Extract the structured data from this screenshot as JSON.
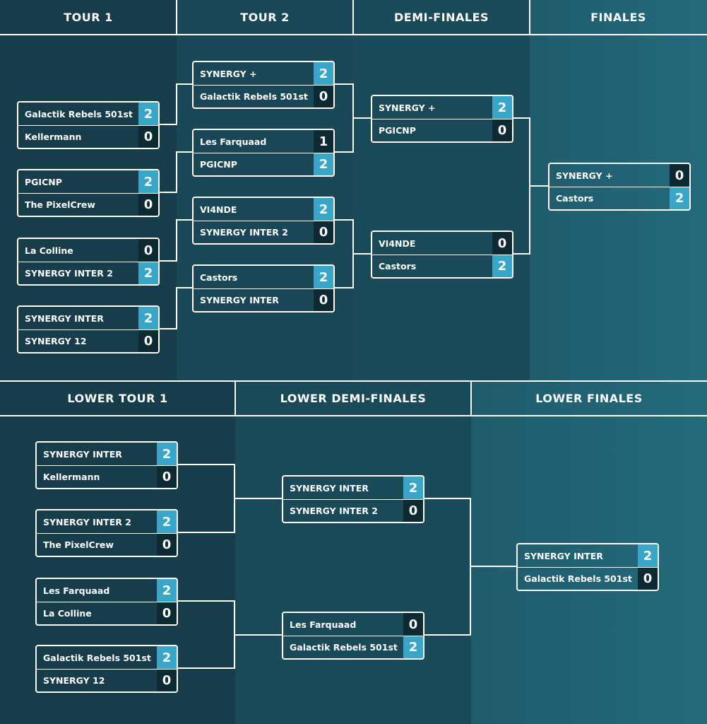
{
  "colors": {
    "win": "#39a6c8",
    "lose": "#0d2a33",
    "line": "#ffffff"
  },
  "upper": {
    "headers": [
      "TOUR 1",
      "TOUR 2",
      "DEMI-FINALES",
      "FINALES"
    ],
    "tour1": [
      {
        "t1": "Galactik Rebels 501st",
        "s1": "2",
        "t2": "Kellermann",
        "s2": "0"
      },
      {
        "t1": "PGICNP",
        "s1": "2",
        "t2": "The PixelCrew",
        "s2": "0"
      },
      {
        "t1": "La Colline",
        "s1": "0",
        "t2": "SYNERGY INTER 2",
        "s2": "2"
      },
      {
        "t1": "SYNERGY INTER",
        "s1": "2",
        "t2": "SYNERGY 12",
        "s2": "0"
      }
    ],
    "tour2": [
      {
        "t1": "SYNERGY +",
        "s1": "2",
        "t2": "Galactik Rebels 501st",
        "s2": "0"
      },
      {
        "t1": "Les Farquaad",
        "s1": "1",
        "t2": "PGICNP",
        "s2": "2"
      },
      {
        "t1": "VI4NDE",
        "s1": "2",
        "t2": "SYNERGY INTER 2",
        "s2": "0"
      },
      {
        "t1": "Castors",
        "s1": "2",
        "t2": "SYNERGY INTER",
        "s2": "0"
      }
    ],
    "semis": [
      {
        "t1": "SYNERGY +",
        "s1": "2",
        "t2": "PGICNP",
        "s2": "0"
      },
      {
        "t1": "VI4NDE",
        "s1": "0",
        "t2": "Castors",
        "s2": "2"
      }
    ],
    "final": [
      {
        "t1": "SYNERGY +",
        "s1": "0",
        "t2": "Castors",
        "s2": "2"
      }
    ]
  },
  "lower": {
    "headers": [
      "LOWER TOUR 1",
      "LOWER DEMI-FINALES",
      "LOWER FINALES"
    ],
    "tour1": [
      {
        "t1": "SYNERGY INTER",
        "s1": "2",
        "t2": "Kellermann",
        "s2": "0"
      },
      {
        "t1": "SYNERGY INTER 2",
        "s1": "2",
        "t2": "The PixelCrew",
        "s2": "0"
      },
      {
        "t1": "Les Farquaad",
        "s1": "2",
        "t2": "La Colline",
        "s2": "0"
      },
      {
        "t1": "Galactik Rebels 501st",
        "s1": "2",
        "t2": "SYNERGY 12",
        "s2": "0"
      }
    ],
    "semis": [
      {
        "t1": "SYNERGY INTER",
        "s1": "2",
        "t2": "SYNERGY INTER 2",
        "s2": "0"
      },
      {
        "t1": "Les Farquaad",
        "s1": "0",
        "t2": "Galactik Rebels 501st",
        "s2": "2"
      }
    ],
    "final": [
      {
        "t1": "SYNERGY INTER",
        "s1": "2",
        "t2": "Galactik Rebels 501st",
        "s2": "0"
      }
    ]
  }
}
